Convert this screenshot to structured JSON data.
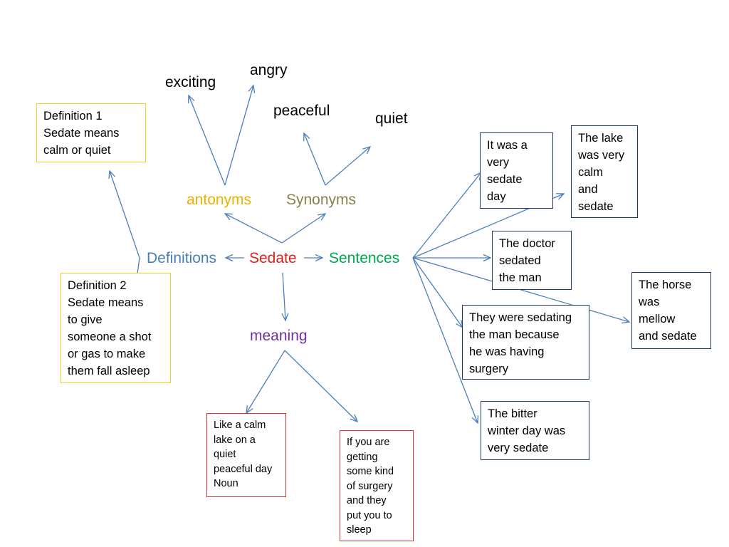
{
  "colors": {
    "arrow": "#4a7ebb",
    "sedate": "#e02020",
    "definitions": "#4a7ebb",
    "sentences": "#00a850",
    "meaning": "#7030a0",
    "antonyms": "#f0b000",
    "synonyms": "#8b7f4a",
    "definition_border": "#e8d820",
    "meaning_border": "#d83030",
    "sentence_border": "#1f3a64"
  },
  "center": {
    "word": "Sedate"
  },
  "branches": {
    "definitions": "Definitions",
    "sentences": "Sentences",
    "meaning": "meaning",
    "antonyms": "antonyms",
    "synonyms": "Synonyms"
  },
  "antonym_words": [
    "exciting",
    "angry"
  ],
  "synonym_words": [
    "peaceful",
    "quiet"
  ],
  "definition_boxes": [
    {
      "lines": [
        "Definition 1",
        "Sedate means",
        "calm or quiet"
      ]
    },
    {
      "lines": [
        "Definition 2",
        "Sedate means",
        "to give",
        "someone a shot",
        "or gas to make",
        "them fall asleep"
      ]
    }
  ],
  "meaning_boxes": [
    {
      "lines": [
        "Like a calm",
        "lake on a",
        "quiet",
        "peaceful day",
        "Noun"
      ]
    },
    {
      "lines": [
        "If you are",
        "getting",
        "some kind",
        "of surgery",
        "and they",
        "put you to",
        "sleep"
      ]
    }
  ],
  "sentence_boxes": [
    {
      "lines": [
        "It was a",
        "very",
        "sedate",
        "day"
      ]
    },
    {
      "lines": [
        "The lake",
        "was very",
        "calm",
        "and",
        "sedate"
      ]
    },
    {
      "lines": [
        "The doctor",
        "sedated",
        "the man"
      ]
    },
    {
      "lines": [
        "They were sedating",
        "the man because",
        "he was having",
        "surgery"
      ]
    },
    {
      "lines": [
        "The horse",
        "was",
        "mellow",
        "and sedate"
      ]
    },
    {
      "lines": [
        "The bitter",
        "winter day was",
        "very sedate"
      ]
    }
  ]
}
